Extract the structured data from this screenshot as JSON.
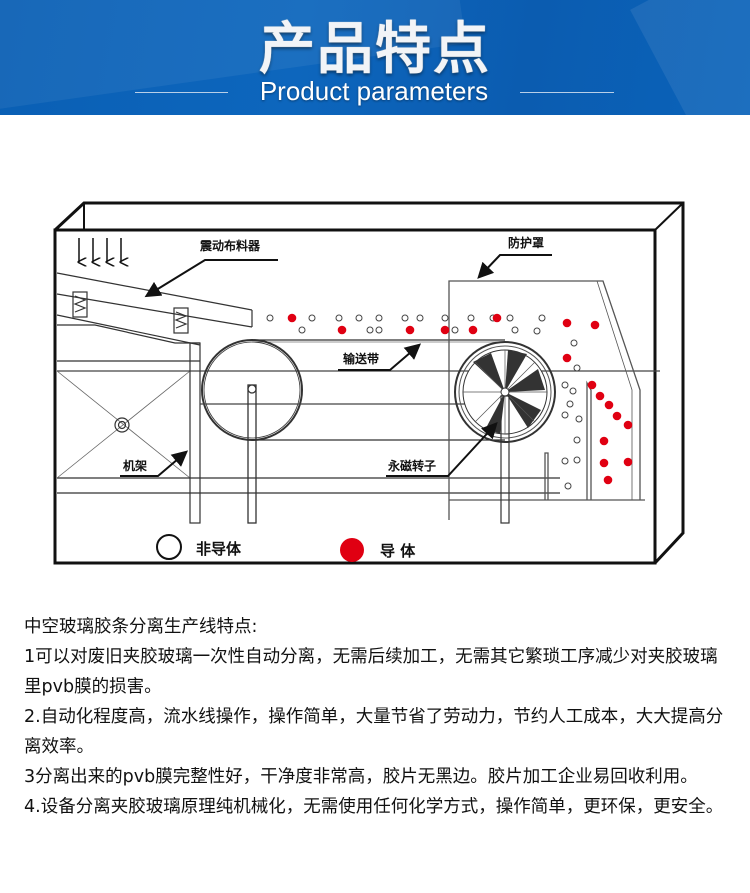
{
  "header": {
    "title": "产品特点",
    "subtitle": "Product parameters",
    "background_color": "#0b5fb4"
  },
  "diagram": {
    "labels": {
      "vibrating_feeder": "震动布料器",
      "protective_cover": "防护罩",
      "conveyor_belt": "输送带",
      "frame": "机架",
      "permanent_magnet_rotor": "永磁转子"
    },
    "legend": {
      "non_conductor": "非导体",
      "conductor": "导 体"
    },
    "colors": {
      "conductor": "#e00012",
      "line": "#111111"
    }
  },
  "features": {
    "heading": "中空玻璃胶条分离生产线特点:",
    "items": [
      "1可以对废旧夹胶玻璃一次性自动分离，无需后续加工，无需其它繁琐工序减少对夹胶玻璃里pvb膜的损害。",
      "2.自动化程度高，流水线操作，操作简单，大量节省了劳动力，节约人工成本，大大提高分离效率。",
      "3分离出来的pvb膜完整性好，干净度非常高，胶片无黑边。胶片加工企业易回收利用。",
      "4.设备分离夹胶玻璃原理纯机械化，无需使用任何化学方式，操作简单，更环保，更安全。"
    ]
  }
}
